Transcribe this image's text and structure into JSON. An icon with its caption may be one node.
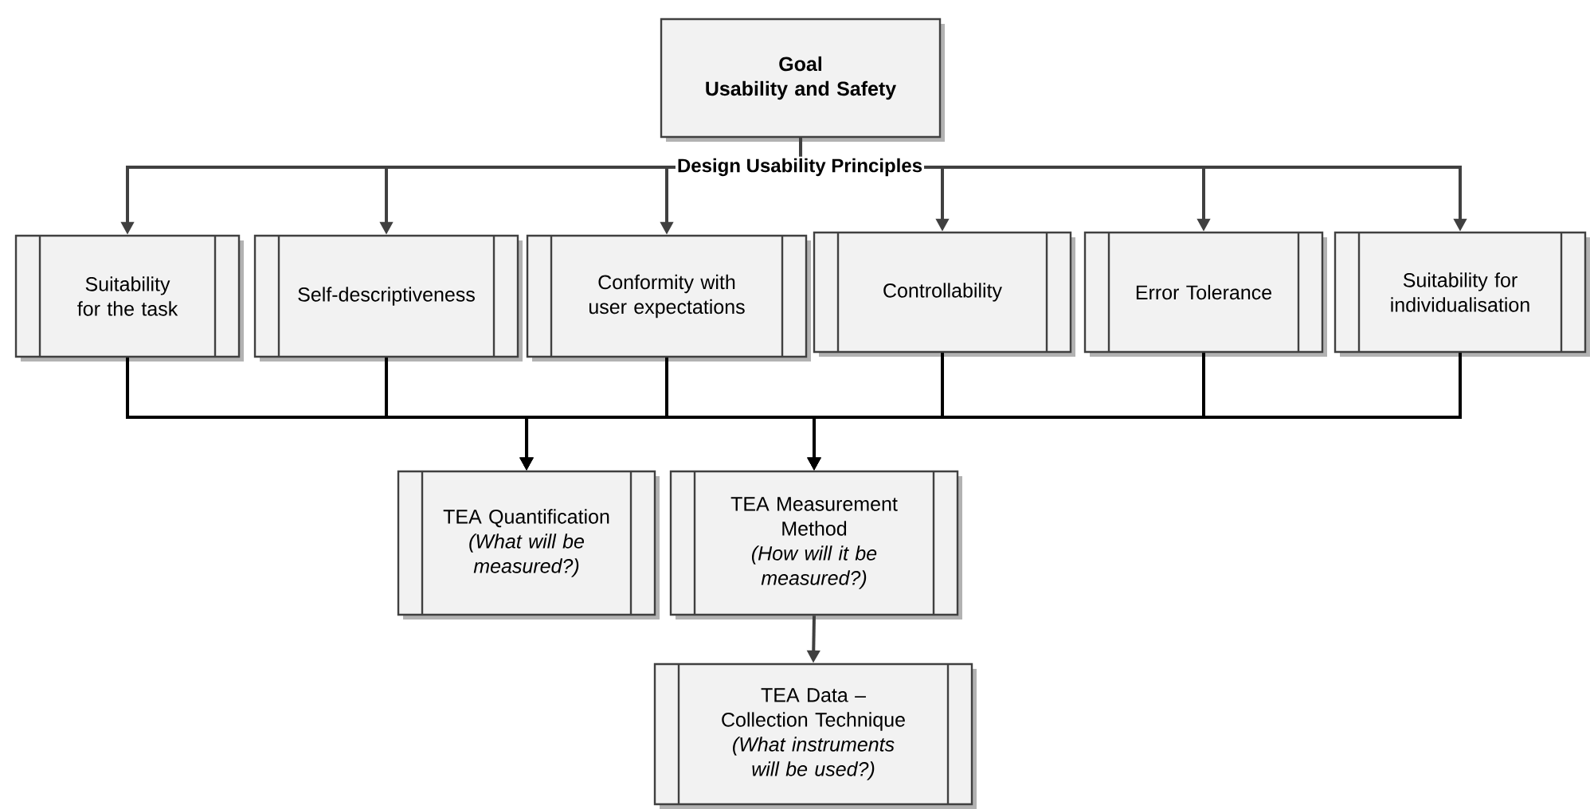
{
  "diagram": {
    "nodes": [
      {
        "text": [
          "Goal",
          "Usability and Safety"
        ]
      },
      {
        "text": [
          "Suitability for the task"
        ]
      },
      {
        "text": [
          "Self-descriptiveness"
        ]
      },
      {
        "text": [
          "Conformity with user expectations"
        ]
      },
      {
        "text": [
          "Controllability"
        ]
      },
      {
        "text": [
          "Error Tolerance"
        ]
      },
      {
        "text": [
          "Suitability for individualisation"
        ]
      },
      {
        "text": [
          "TEA Quantification",
          "(What will be measured?)"
        ]
      },
      {
        "text": [
          "TEA Measurement Method",
          "(How will it be measured?)"
        ]
      },
      {
        "text": [
          "TEA Data – Collection Technique",
          "(What instruments will be used?)"
        ]
      }
    ],
    "edges": [
      {
        "from": 0,
        "to": 1,
        "arrow": "to"
      },
      {
        "from": 0,
        "to": 2,
        "arrow": "to"
      },
      {
        "from": 0,
        "to": 3,
        "arrow": "to",
        "label": "Design Usability Principles"
      },
      {
        "from": 0,
        "to": 4,
        "arrow": "to"
      },
      {
        "from": 0,
        "to": 5,
        "arrow": "to"
      },
      {
        "from": 0,
        "to": 6,
        "arrow": "to"
      },
      {
        "from": 1,
        "to": 7,
        "arrow": "to"
      },
      {
        "from": 2,
        "to": 7,
        "arrow": "to"
      },
      {
        "from": 3,
        "to": 7,
        "arrow": "to"
      },
      {
        "from": 4,
        "to": 7,
        "arrow": "to"
      },
      {
        "from": 5,
        "to": 7,
        "arrow": "to"
      },
      {
        "from": 6,
        "to": 7,
        "arrow": "to"
      },
      {
        "from": 1,
        "to": 8,
        "arrow": "to"
      },
      {
        "from": 2,
        "to": 8,
        "arrow": "to"
      },
      {
        "from": 3,
        "to": 8,
        "arrow": "to"
      },
      {
        "from": 4,
        "to": 8,
        "arrow": "to"
      },
      {
        "from": 5,
        "to": 8,
        "arrow": "to"
      },
      {
        "from": 6,
        "to": 8,
        "arrow": "to"
      },
      {
        "from": 8,
        "to": 9,
        "arrow": "to"
      }
    ]
  }
}
